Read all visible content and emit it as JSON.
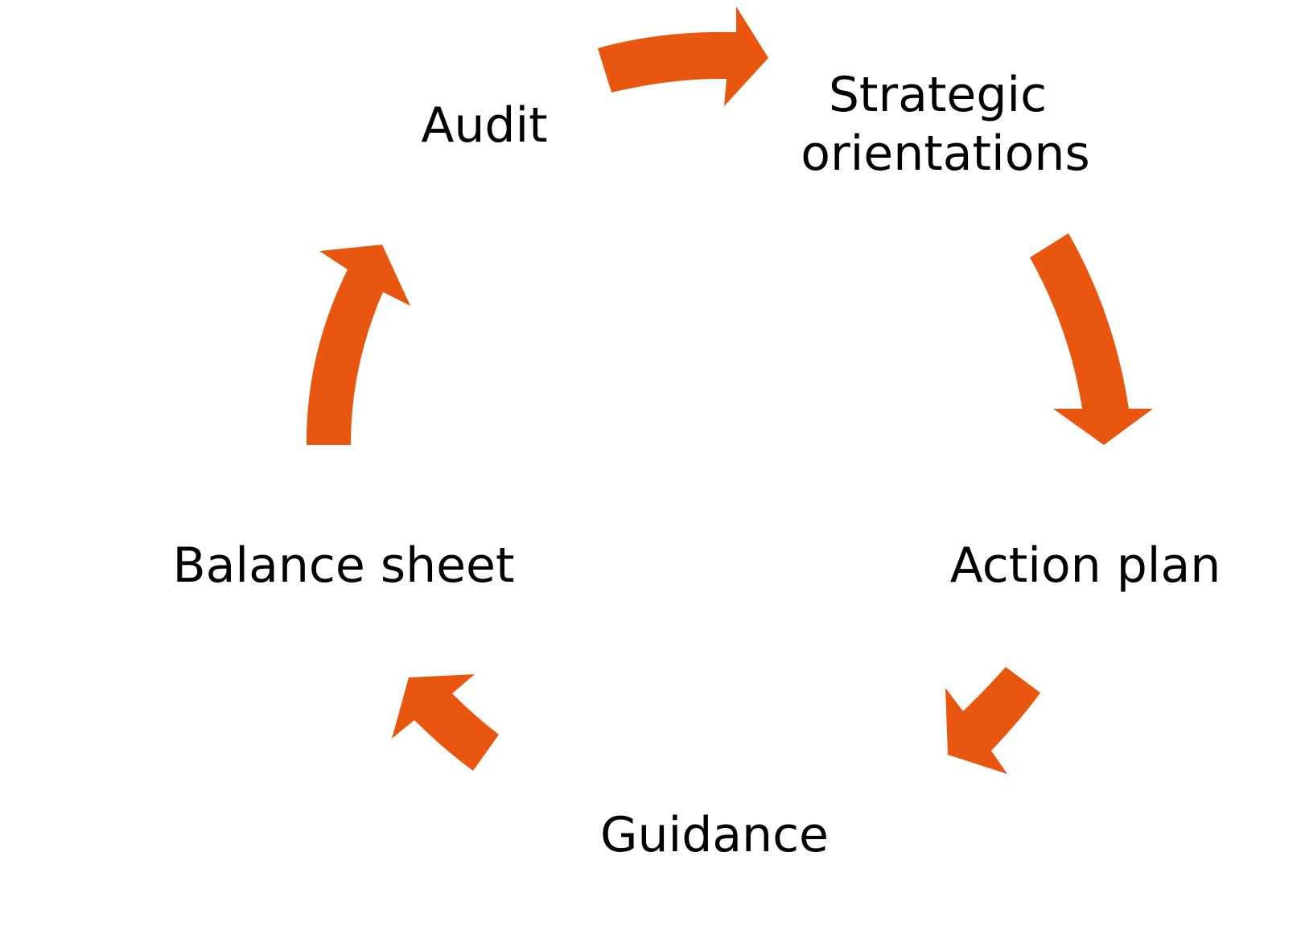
{
  "diagram": {
    "type": "cycle",
    "arrow_color": "#E8560F",
    "text_color": "#000000",
    "stages": [
      {
        "id": "audit",
        "lines": [
          "Audit"
        ]
      },
      {
        "id": "strategic-orientations",
        "lines": [
          "Strategic",
          "orientations"
        ]
      },
      {
        "id": "action-plan",
        "lines": [
          "Action plan"
        ]
      },
      {
        "id": "guidance",
        "lines": [
          "Guidance"
        ]
      },
      {
        "id": "balance-sheet",
        "lines": [
          "Balance sheet"
        ]
      }
    ],
    "arrows": [
      {
        "from": "audit",
        "to": "strategic-orientations"
      },
      {
        "from": "strategic-orientations",
        "to": "action-plan"
      },
      {
        "from": "action-plan",
        "to": "guidance"
      },
      {
        "from": "guidance",
        "to": "balance-sheet"
      },
      {
        "from": "balance-sheet",
        "to": "audit"
      }
    ]
  }
}
